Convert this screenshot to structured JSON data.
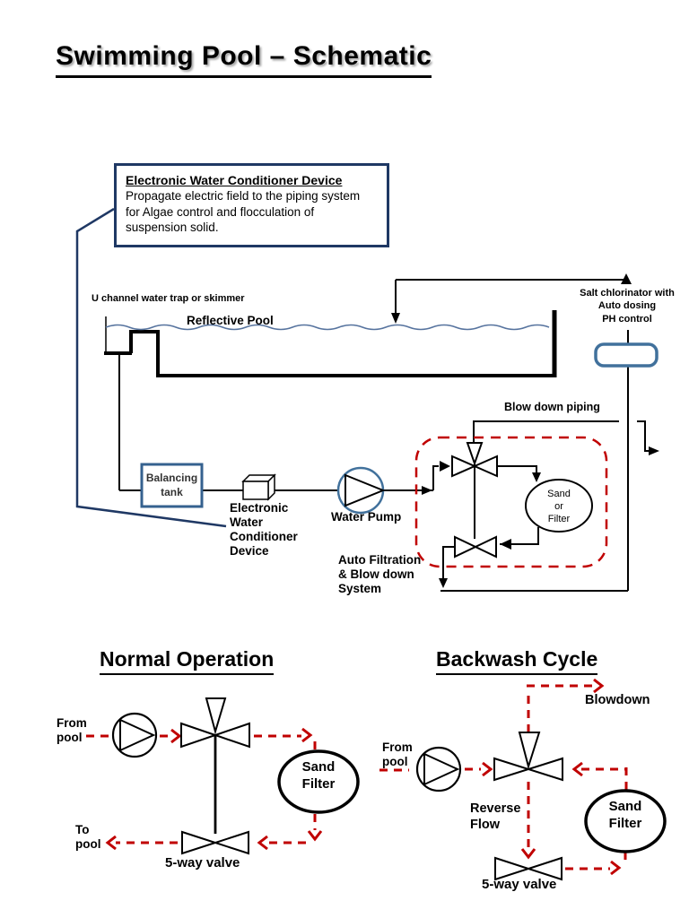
{
  "page": {
    "title": "Swimming Pool – Schematic"
  },
  "info_box": {
    "title": "Electronic Water Conditioner Device",
    "body": "Propagate electric field to the piping system for Algae control and flocculation of suspension solid."
  },
  "main_diagram": {
    "u_channel_label": "U channel water trap or skimmer",
    "pool_label": "Reflective Pool",
    "chlorinator_label": "Salt chlorinator with\nAuto dosing\nPH control",
    "blowdown_piping_label": "Blow down piping",
    "balancing_tank_label": "Balancing\ntank",
    "ewcd_label": "Electronic\nWater\nConditioner\nDevice",
    "water_pump_label": "Water Pump",
    "filter_label": "Sand\nor\nFilter",
    "auto_filtration_label": "Auto Filtration\n& Blow down\nSystem"
  },
  "normal_operation": {
    "title": "Normal Operation",
    "from_pool_label": "From\npool",
    "to_pool_label": "To\npool",
    "filter_label": "Sand\nFilter",
    "valve_label": "5-way valve"
  },
  "backwash_cycle": {
    "title": "Backwash Cycle",
    "from_pool_label": "From\npool",
    "blowdown_label": "Blowdown",
    "reverse_flow_label": "Reverse\nFlow",
    "filter_label": "Sand\nFilter",
    "valve_label": "5-way valve"
  },
  "colors": {
    "line_black": "#000000",
    "accent_navy": "#1F3864",
    "steel_blue": "#41719C",
    "tank_blue": "#35618F",
    "water_blue": "#56739E",
    "flow_red": "#C00000",
    "background": "#FFFFFF"
  }
}
